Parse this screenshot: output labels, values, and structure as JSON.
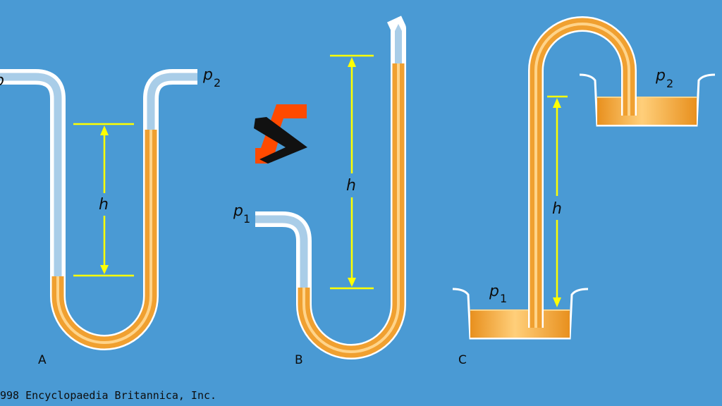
{
  "colors": {
    "background": "#4a9ad4",
    "fluid": "#f0a030",
    "fluid_highlight": "#ffd48a",
    "tube_glass": "#ffffff",
    "tube_inner": "#a9cde8",
    "dimension_line": "#ffff00",
    "logo_orange": "#ff4a00",
    "logo_black": "#111111",
    "text": "#0d0d0d"
  },
  "diagrams": {
    "a": {
      "label": "A",
      "left_pressure": "p",
      "right_pressure": "p",
      "right_pressure_sub": "2",
      "height_label": "h"
    },
    "b": {
      "label": "B",
      "pressure": "p",
      "pressure_sub": "1",
      "height_label": "h"
    },
    "c": {
      "label": "C",
      "lower_pressure": "p",
      "lower_pressure_sub": "1",
      "upper_pressure": "p",
      "upper_pressure_sub": "2",
      "height_label": "h"
    }
  },
  "credit": "998 Encyclopaedia Britannica, Inc."
}
